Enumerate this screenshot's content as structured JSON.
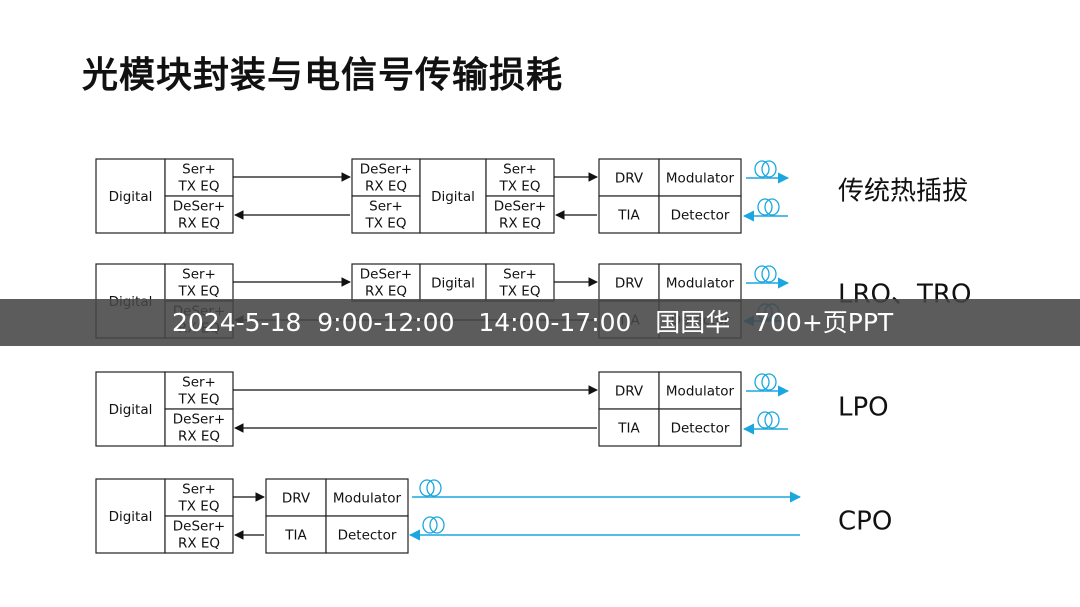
{
  "title": "光模块封装与电信号传输损耗",
  "labels": {
    "digital": "Digital",
    "ser_tx_1": "Ser+",
    "ser_tx_2": "TX EQ",
    "deser_rx_1": "DeSer+",
    "deser_rx_2": "RX EQ",
    "drv": "DRV",
    "tia": "TIA",
    "modulator": "Modulator",
    "detector": "Detector"
  },
  "rows": [
    {
      "name": "传统热插拔"
    },
    {
      "name": "LRO、TRO"
    },
    {
      "name": "LPO"
    },
    {
      "name": "CPO"
    }
  ],
  "banner": {
    "text": "2024-5-18  9:00-12:00   14:00-17:00   国国华   700+页PPT"
  },
  "colors": {
    "optical_line": "#1aa7e0",
    "banner_bg": "#464646"
  }
}
